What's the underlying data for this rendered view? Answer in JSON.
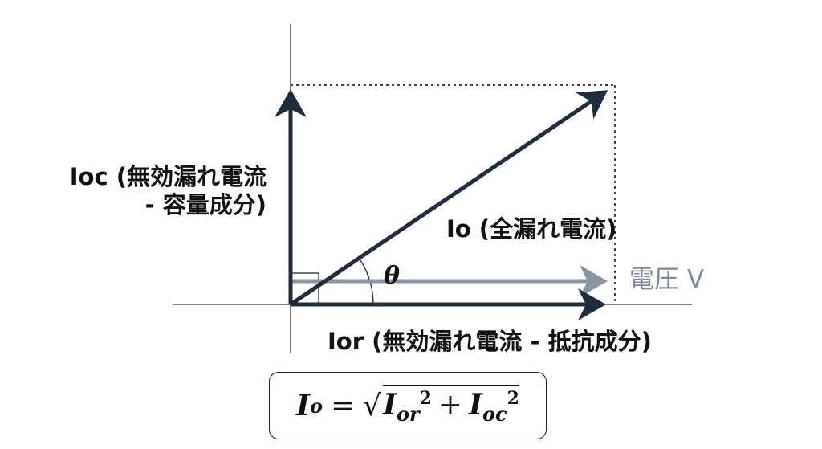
{
  "labels": {
    "ioc_line1": "Ioc (無効漏れ電流",
    "ioc_line2": "- 容量成分)",
    "io": "Io (全漏れ電流)",
    "ior": "Ior (無効漏れ電流 - 抵抗成分)",
    "voltage": "電圧 V",
    "theta": "θ"
  },
  "formula": {
    "lhs": "I",
    "lhs_sub": "o",
    "equals": "=",
    "sqrt": "√",
    "t1": "I",
    "t1_sub": "or",
    "t1_sup": "2",
    "plus": "+",
    "t2": "I",
    "t2_sub": "oc",
    "t2_sup": "2"
  },
  "colors": {
    "vector": "#1f2d3d",
    "voltage": "#8a94a3",
    "text": "#111111"
  }
}
